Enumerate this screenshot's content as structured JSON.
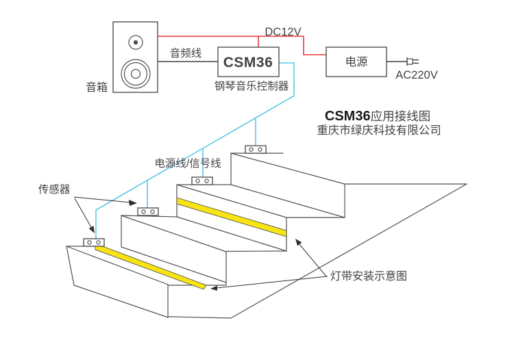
{
  "diagram": {
    "speaker": {
      "label": "音箱"
    },
    "audio_cable": {
      "label": "音频线"
    },
    "controller": {
      "name": "CSM36",
      "label": "钢琴音乐控制器"
    },
    "dc_wire": {
      "label": "DC12V"
    },
    "power_supply": {
      "label": "电源",
      "ac_label": "AC220V"
    },
    "title": {
      "bold": "CSM36",
      "rest": "应用接线图",
      "company": "重庆市绿庆科技有限公司"
    },
    "signal_wire": {
      "label": "电源线/信号线"
    },
    "sensors": {
      "label": "传感器"
    },
    "led_strips": {
      "label": "灯带安装示意图"
    }
  },
  "colors": {
    "line": "#4f4f4f",
    "wire_red": "#e8373b",
    "wire_cyan": "#5cc6e8",
    "wire_black": "#3f3f3f",
    "strip_yellow": "#f7e412"
  }
}
